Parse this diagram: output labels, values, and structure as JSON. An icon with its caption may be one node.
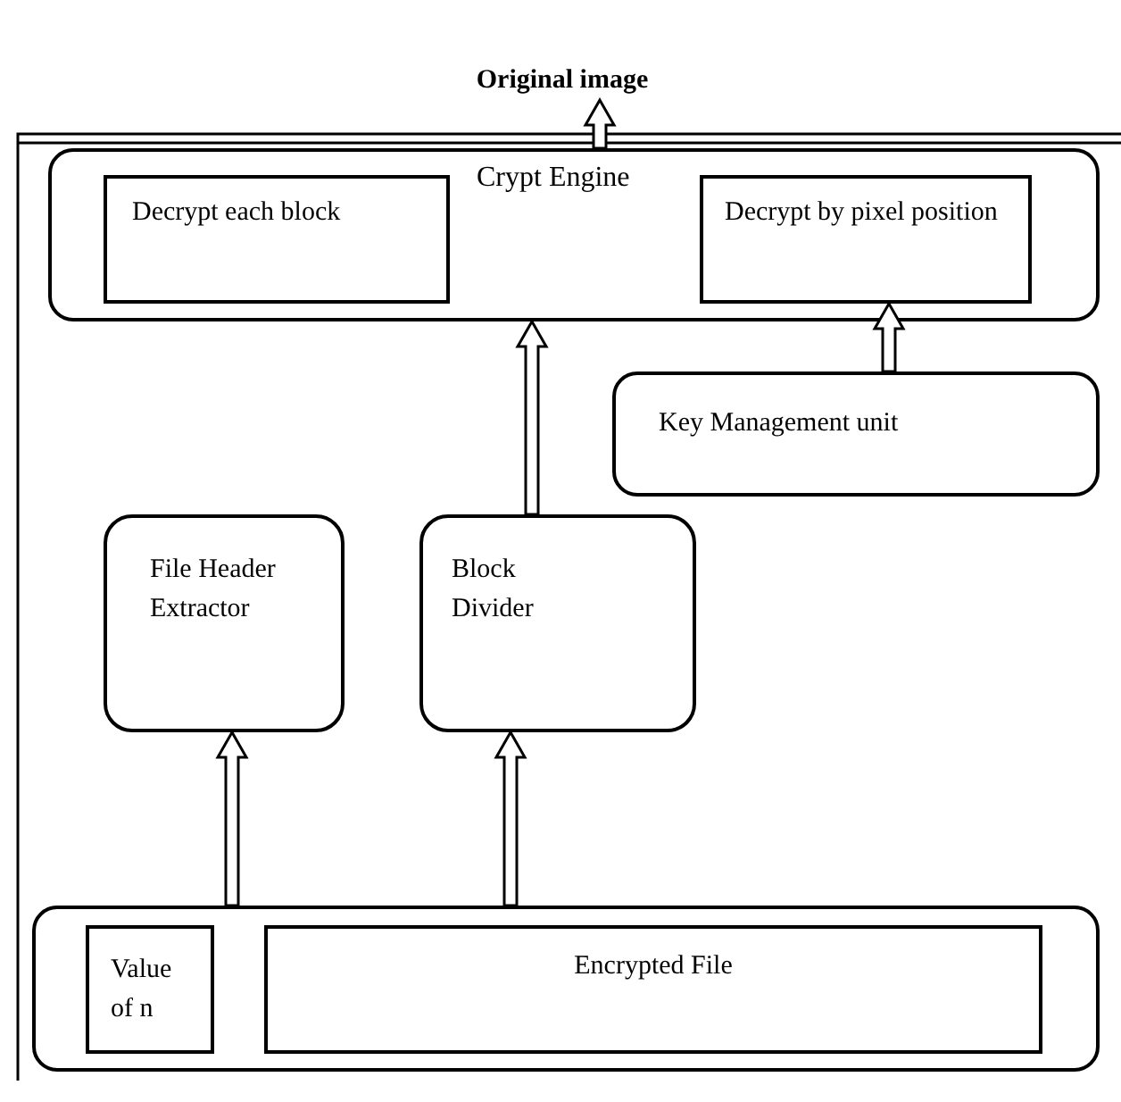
{
  "diagram": {
    "nodes": [
      {
        "text": [
          "Original image"
        ]
      },
      {
        "text": [
          "Crypt Engine"
        ]
      },
      {
        "text": [
          "Decrypt each block"
        ],
        "in": 1
      },
      {
        "text": [
          "Decrypt by pixel position"
        ],
        "in": 1
      },
      {
        "text": [
          "Key Management unit"
        ]
      },
      {
        "text": [
          "File Header Extractor"
        ]
      },
      {
        "text": [
          "Block Divider"
        ]
      },
      {
        "text": [],
        "shape": "box"
      },
      {
        "text": [
          "Value of n"
        ],
        "in": 7
      },
      {
        "text": [
          "Encrypted File"
        ],
        "in": 7
      }
    ],
    "edges": [
      {
        "from": 1,
        "to": 0,
        "arrow": "to"
      },
      {
        "from": 4,
        "to": 3,
        "arrow": "to"
      },
      {
        "from": 6,
        "to": 1,
        "arrow": "to"
      },
      {
        "from": 7,
        "to": 5,
        "arrow": "to"
      },
      {
        "from": 7,
        "to": 6,
        "arrow": "to"
      }
    ]
  }
}
